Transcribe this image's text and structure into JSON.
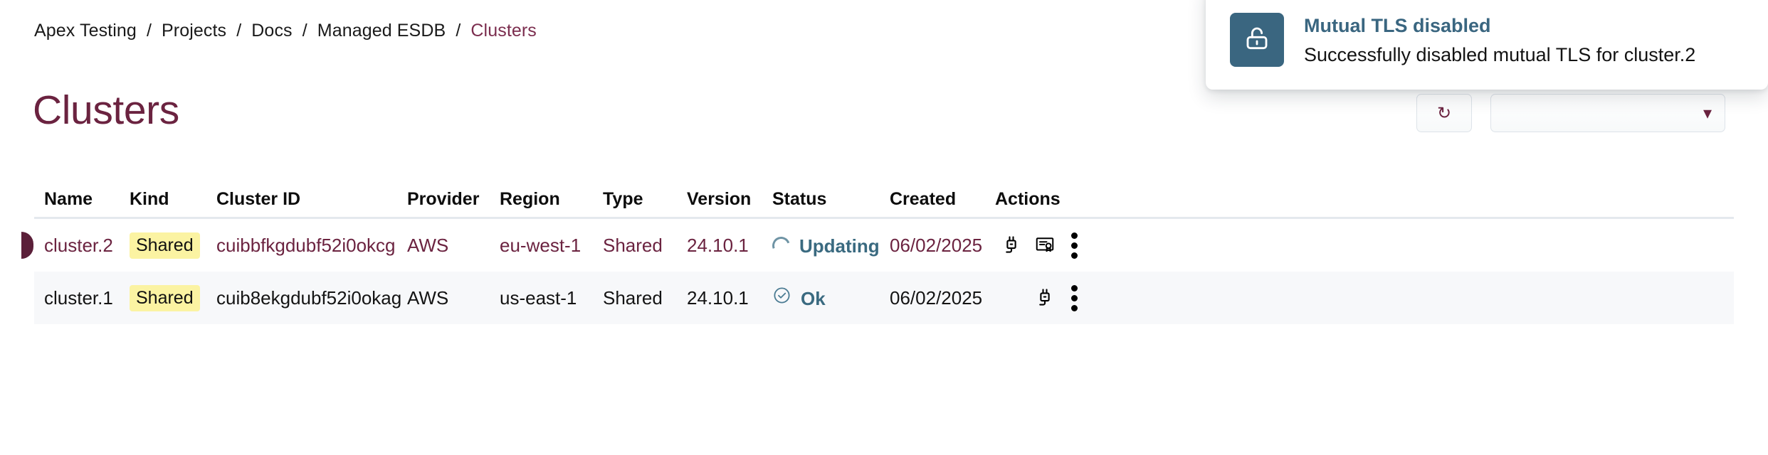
{
  "breadcrumb": {
    "items": [
      {
        "label": "Apex Testing",
        "current": false
      },
      {
        "label": "Projects",
        "current": false
      },
      {
        "label": "Docs",
        "current": false
      },
      {
        "label": "Managed ESDB",
        "current": false
      },
      {
        "label": "Clusters",
        "current": true
      }
    ],
    "separator": "/"
  },
  "page": {
    "title": "Clusters"
  },
  "toolbar": {
    "refresh_glyph": "↻",
    "filter_label": "",
    "filter_glyph": "▾"
  },
  "table": {
    "columns": [
      {
        "key": "name",
        "label": "Name"
      },
      {
        "key": "kind",
        "label": "Kind"
      },
      {
        "key": "cluster_id",
        "label": "Cluster ID"
      },
      {
        "key": "provider",
        "label": "Provider"
      },
      {
        "key": "region",
        "label": "Region"
      },
      {
        "key": "type",
        "label": "Type"
      },
      {
        "key": "version",
        "label": "Version"
      },
      {
        "key": "status",
        "label": "Status"
      },
      {
        "key": "created",
        "label": "Created"
      },
      {
        "key": "actions",
        "label": "Actions"
      }
    ],
    "rows": [
      {
        "name": "cluster.2",
        "kind": "Shared",
        "cluster_id": "cuibbfkgdubf52i0okcg",
        "provider": "AWS",
        "region": "eu-west-1",
        "type": "Shared",
        "version": "24.10.1",
        "status": "Updating",
        "status_icon": "spinner-icon",
        "created": "06/02/2025",
        "selected": true,
        "actions": [
          "connect-plug-icon",
          "certificate-icon",
          "more-options-icon"
        ]
      },
      {
        "name": "cluster.1",
        "kind": "Shared",
        "cluster_id": "cuib8ekgdubf52i0okag",
        "provider": "AWS",
        "region": "us-east-1",
        "type": "Shared",
        "version": "24.10.1",
        "status": "Ok",
        "status_icon": "check-circle-icon",
        "created": "06/02/2025",
        "selected": false,
        "actions": [
          "connect-plug-icon",
          "more-options-icon"
        ]
      }
    ]
  },
  "toast": {
    "icon": "unlock-icon",
    "title": "Mutual TLS disabled",
    "message": "Successfully disabled mutual TLS for cluster.2"
  },
  "colors": {
    "accent_maroon": "#6b2340",
    "badge_yellow": "#fbf3a2",
    "status_teal": "#3a6a80",
    "toast_icon_bg": "#3a6680",
    "row_alt_bg": "#f7f8fa",
    "header_rule": "#e4e9ee"
  }
}
